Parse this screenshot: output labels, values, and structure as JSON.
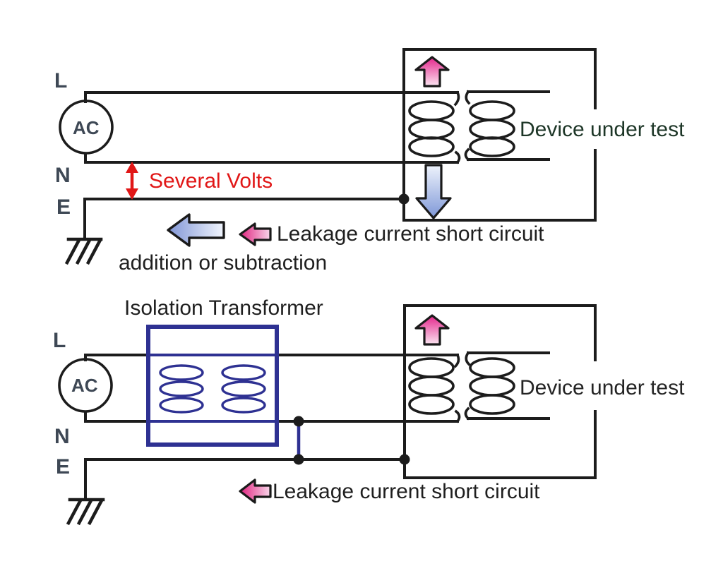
{
  "figure": {
    "description": "Two circuit diagrams comparing leakage current measurement with and without an isolation transformer"
  },
  "colors": {
    "wire_black": "#1c1c1c",
    "isolation_blue": "#2e3192",
    "annotation_red": "#e11717",
    "terminal_label": "#3e4855",
    "device_text_top": "#1d3627",
    "device_text_bottom": "#242424",
    "pink_arrow_deep": "#e32d8d",
    "pink_arrow_light": "#fbe4f1",
    "blue_arrow_deep": "#8196d6",
    "blue_arrow_light": "#eef3fc"
  },
  "top_diagram": {
    "terminal_l": "L",
    "terminal_n": "N",
    "terminal_e": "E",
    "source_label": "AC",
    "several_volts_label": "Several Volts",
    "leakage_label": "Leakage current short circuit",
    "addition_label": "addition or subtraction",
    "device_label": "Device under test"
  },
  "bottom_diagram": {
    "title": "Isolation Transformer",
    "terminal_l": "L",
    "terminal_n": "N",
    "terminal_e": "E",
    "source_label": "AC",
    "leakage_label": "Leakage current short circuit",
    "device_label": "Device under test"
  }
}
